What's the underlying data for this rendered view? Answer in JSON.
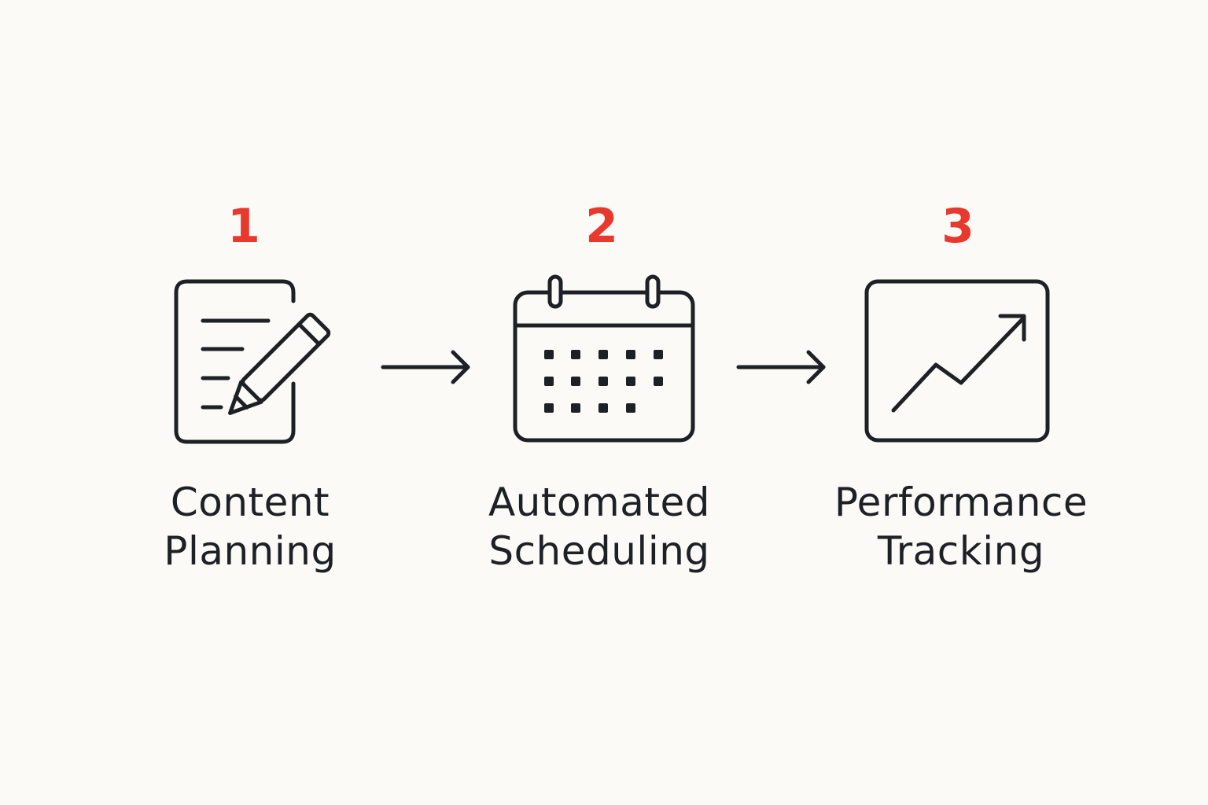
{
  "diagram": {
    "accent_color": "#e8392f",
    "ink_color": "#1d2126",
    "background_color": "#fbfaf7",
    "steps": [
      {
        "number": "1",
        "icon": "document-pencil-icon",
        "label_line1": "Content",
        "label_line2": "Planning"
      },
      {
        "number": "2",
        "icon": "calendar-icon",
        "label_line1": "Automated",
        "label_line2": "Scheduling"
      },
      {
        "number": "3",
        "icon": "chart-trend-up-icon",
        "label_line1": "Performance",
        "label_line2": "Tracking"
      }
    ],
    "connectors": [
      "right-arrow-icon",
      "right-arrow-icon"
    ]
  }
}
